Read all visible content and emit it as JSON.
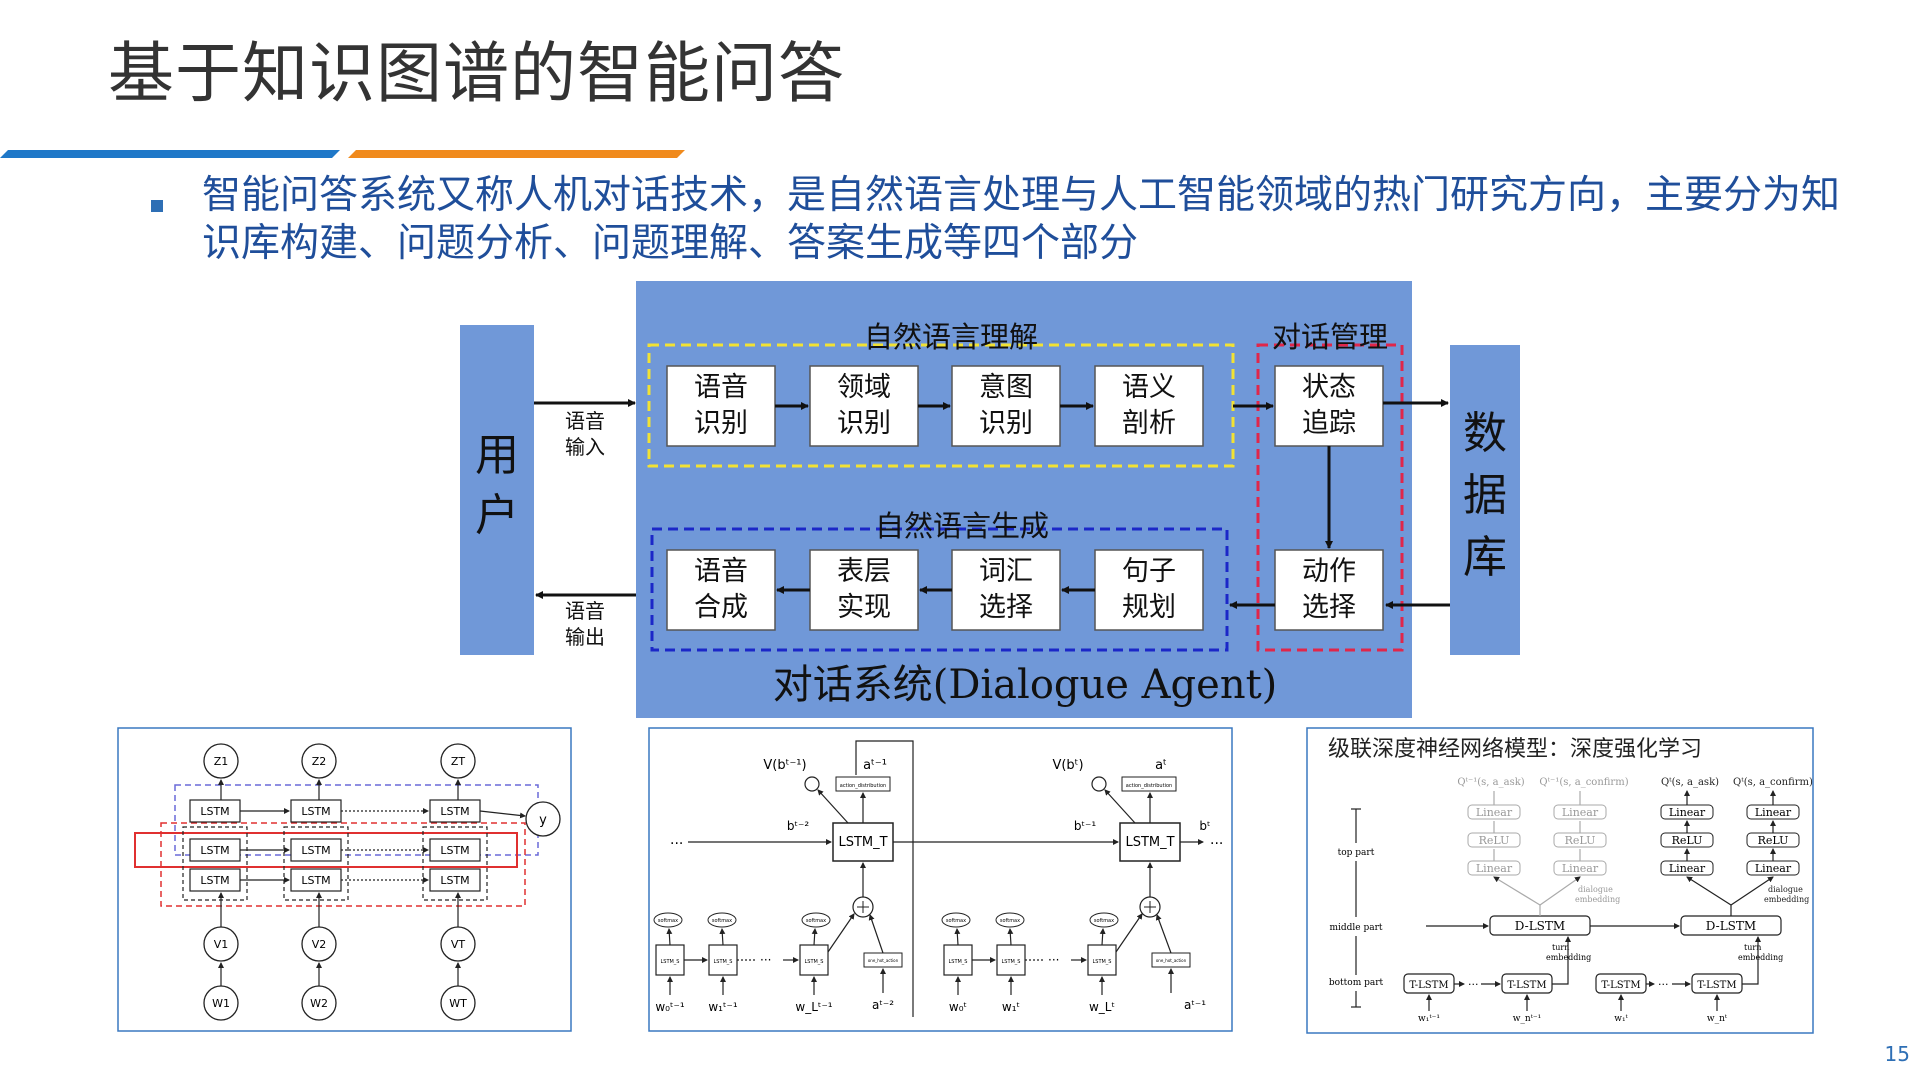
{
  "slide": {
    "title": "基于知识图谱的智能问答",
    "bullet": "智能问答系统又称人机对话技术，是自然语言处理与人工智能领域的热门研究方向，主要分为知识库构建、问题分析、问题理解、答案生成等四个部分",
    "page_number": "15"
  },
  "colors": {
    "title_line_blue": "#1f78c8",
    "title_line_orange": "#f08a1c",
    "panel": "#7098d8",
    "box_fill": "#ffffff",
    "nlu_border": "#f2e233",
    "nlg_border": "#1b27c8",
    "dm_border": "#e0264a",
    "bullet": "#1f4e9a"
  },
  "agent_diagram": {
    "user": "用户",
    "user_chars": [
      "用",
      "户"
    ],
    "database": "数据库",
    "database_chars": [
      "数",
      "据",
      "库"
    ],
    "input_label": [
      "语音",
      "输入"
    ],
    "output_label": [
      "语音",
      "输出"
    ],
    "nlu": {
      "title": "自然语言理解",
      "modules": [
        [
          "语音",
          "识别"
        ],
        [
          "领域",
          "识别"
        ],
        [
          "意图",
          "识别"
        ],
        [
          "语义",
          "剖析"
        ]
      ]
    },
    "dm": {
      "title": "对话管理",
      "modules": [
        [
          "状态",
          "追踪"
        ],
        [
          "动作",
          "选择"
        ]
      ]
    },
    "nlg": {
      "title": "自然语言生成",
      "modules": [
        [
          "语音",
          "合成"
        ],
        [
          "表层",
          "实现"
        ],
        [
          "词汇",
          "选择"
        ],
        [
          "句子",
          "规划"
        ]
      ]
    },
    "caption": "对话系统(Dialogue Agent)"
  },
  "fig_lstm": {
    "z": [
      "Z1",
      "Z2",
      "ZT"
    ],
    "cell": "LSTM",
    "v": [
      "V1",
      "V2",
      "VT"
    ],
    "w": [
      "W1",
      "W2",
      "WT"
    ],
    "out": "y"
  },
  "fig_policy": {
    "v_left": "V(bᵗ⁻¹)",
    "a_left": "aᵗ⁻¹",
    "b_in_left": "bᵗ⁻²",
    "b_out_left": "bᵗ⁻¹",
    "v_right": "V(bᵗ)",
    "a_right": "aᵗ",
    "b_in_right": "bᵗ⁻¹",
    "b_out_right": "bᵗ",
    "lstm_t": "LSTM_T",
    "lstm_s": "LSTM_S",
    "softmax": "softmax",
    "action_dist": "action_distribution",
    "one_hot": "one_hot_action",
    "ellipsis": "···",
    "w_left": [
      "w₀ᵗ⁻¹",
      "w₁ᵗ⁻¹",
      "w_Lᵗ⁻¹"
    ],
    "a_bottom_left": "aᵗ⁻²",
    "w_right": [
      "w₀ᵗ",
      "w₁ᵗ",
      "w_Lᵗ"
    ],
    "a_bottom_right": "aᵗ⁻¹"
  },
  "fig_cascade": {
    "title": "级联深度神经网络模型：深度强化学习",
    "q_labels": [
      "Qᵗ⁻¹(s, a_ask)",
      "Qᵗ⁻¹(s, a_confirm)",
      "Qᵗ(s, a_ask)",
      "Qᵗ(s, a_confirm)"
    ],
    "linear": "Linear",
    "relu": "ReLU",
    "dialogue_embedding": [
      "dialogue",
      "embedding"
    ],
    "turn_embedding": [
      "turn",
      "embedding"
    ],
    "top_part": "top part",
    "middle_part": "middle part",
    "bottom_part": "bottom part",
    "d_lstm": "D-LSTM",
    "t_lstm": "T-LSTM",
    "ellipsis": "···",
    "w_labels": [
      "w₁ᵗ⁻¹",
      "w_nᵗ⁻¹",
      "w₁ᵗ",
      "w_nᵗ"
    ]
  }
}
